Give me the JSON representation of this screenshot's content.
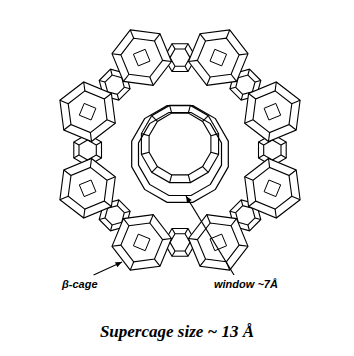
{
  "diagram": {
    "caption": "Supercage size ~ 13 Å",
    "labels": [
      "β-cage",
      "window ~7Å"
    ]
  }
}
